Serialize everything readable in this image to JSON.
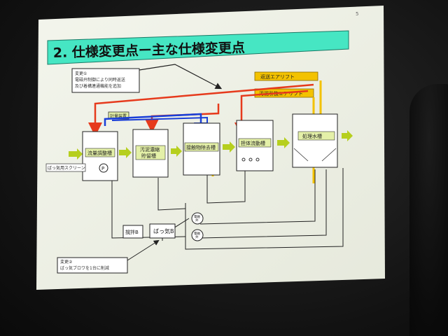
{
  "slide": {
    "page_number": "5",
    "title": "2. 仕様変更点ー主な仕様変更点",
    "note_top": [
      "変更①",
      "電磁弁制御により同時返送",
      "及び着構連通機能を追加"
    ],
    "note_bottom": [
      "変更②",
      "ばっ気ブロワを1台に削減"
    ],
    "tag_return_air": "返送エアリフト",
    "tag_sludge_air": "汚泥引抜エアリフト",
    "tag_metering": "計量装置",
    "tank_flow_adjust": "流量調整槽",
    "tank_sludge_store": [
      "汚泥濃縮",
      "貯留槽"
    ],
    "tank_contact": "接触物除去槽",
    "tank_carrier": "担体流動槽",
    "tank_treated": "処理水槽",
    "screen_label": "ばっ気用スクリーン",
    "pump_label": "P",
    "mixer_label": "撹拌B",
    "blower_label": "ばっ気B",
    "valve_label": [
      "電磁",
      "弁"
    ]
  }
}
